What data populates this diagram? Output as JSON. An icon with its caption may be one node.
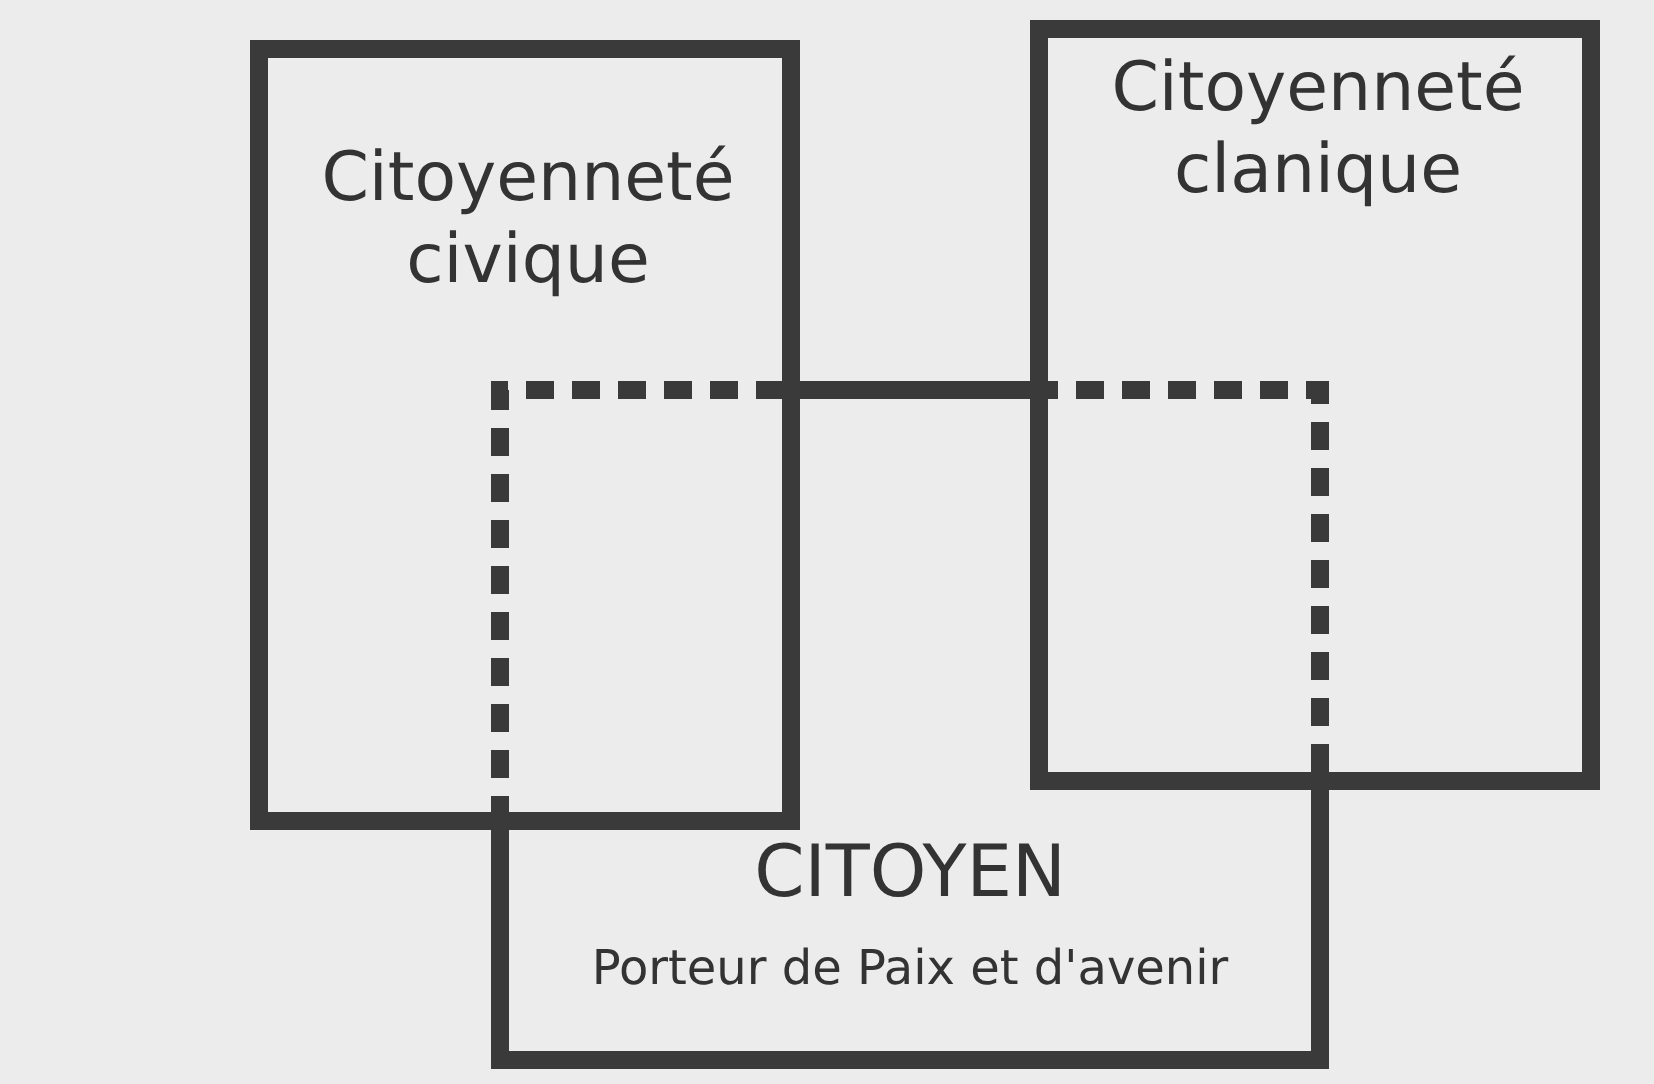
{
  "diagram": {
    "nodes": [
      {
        "text": [
          "Citoyenneté civique"
        ]
      },
      {
        "text": [
          "Citoyenneté clanique"
        ]
      },
      {
        "text": [
          "CITOYEN",
          "Porteur de Paix et d'avenir"
        ]
      }
    ]
  }
}
